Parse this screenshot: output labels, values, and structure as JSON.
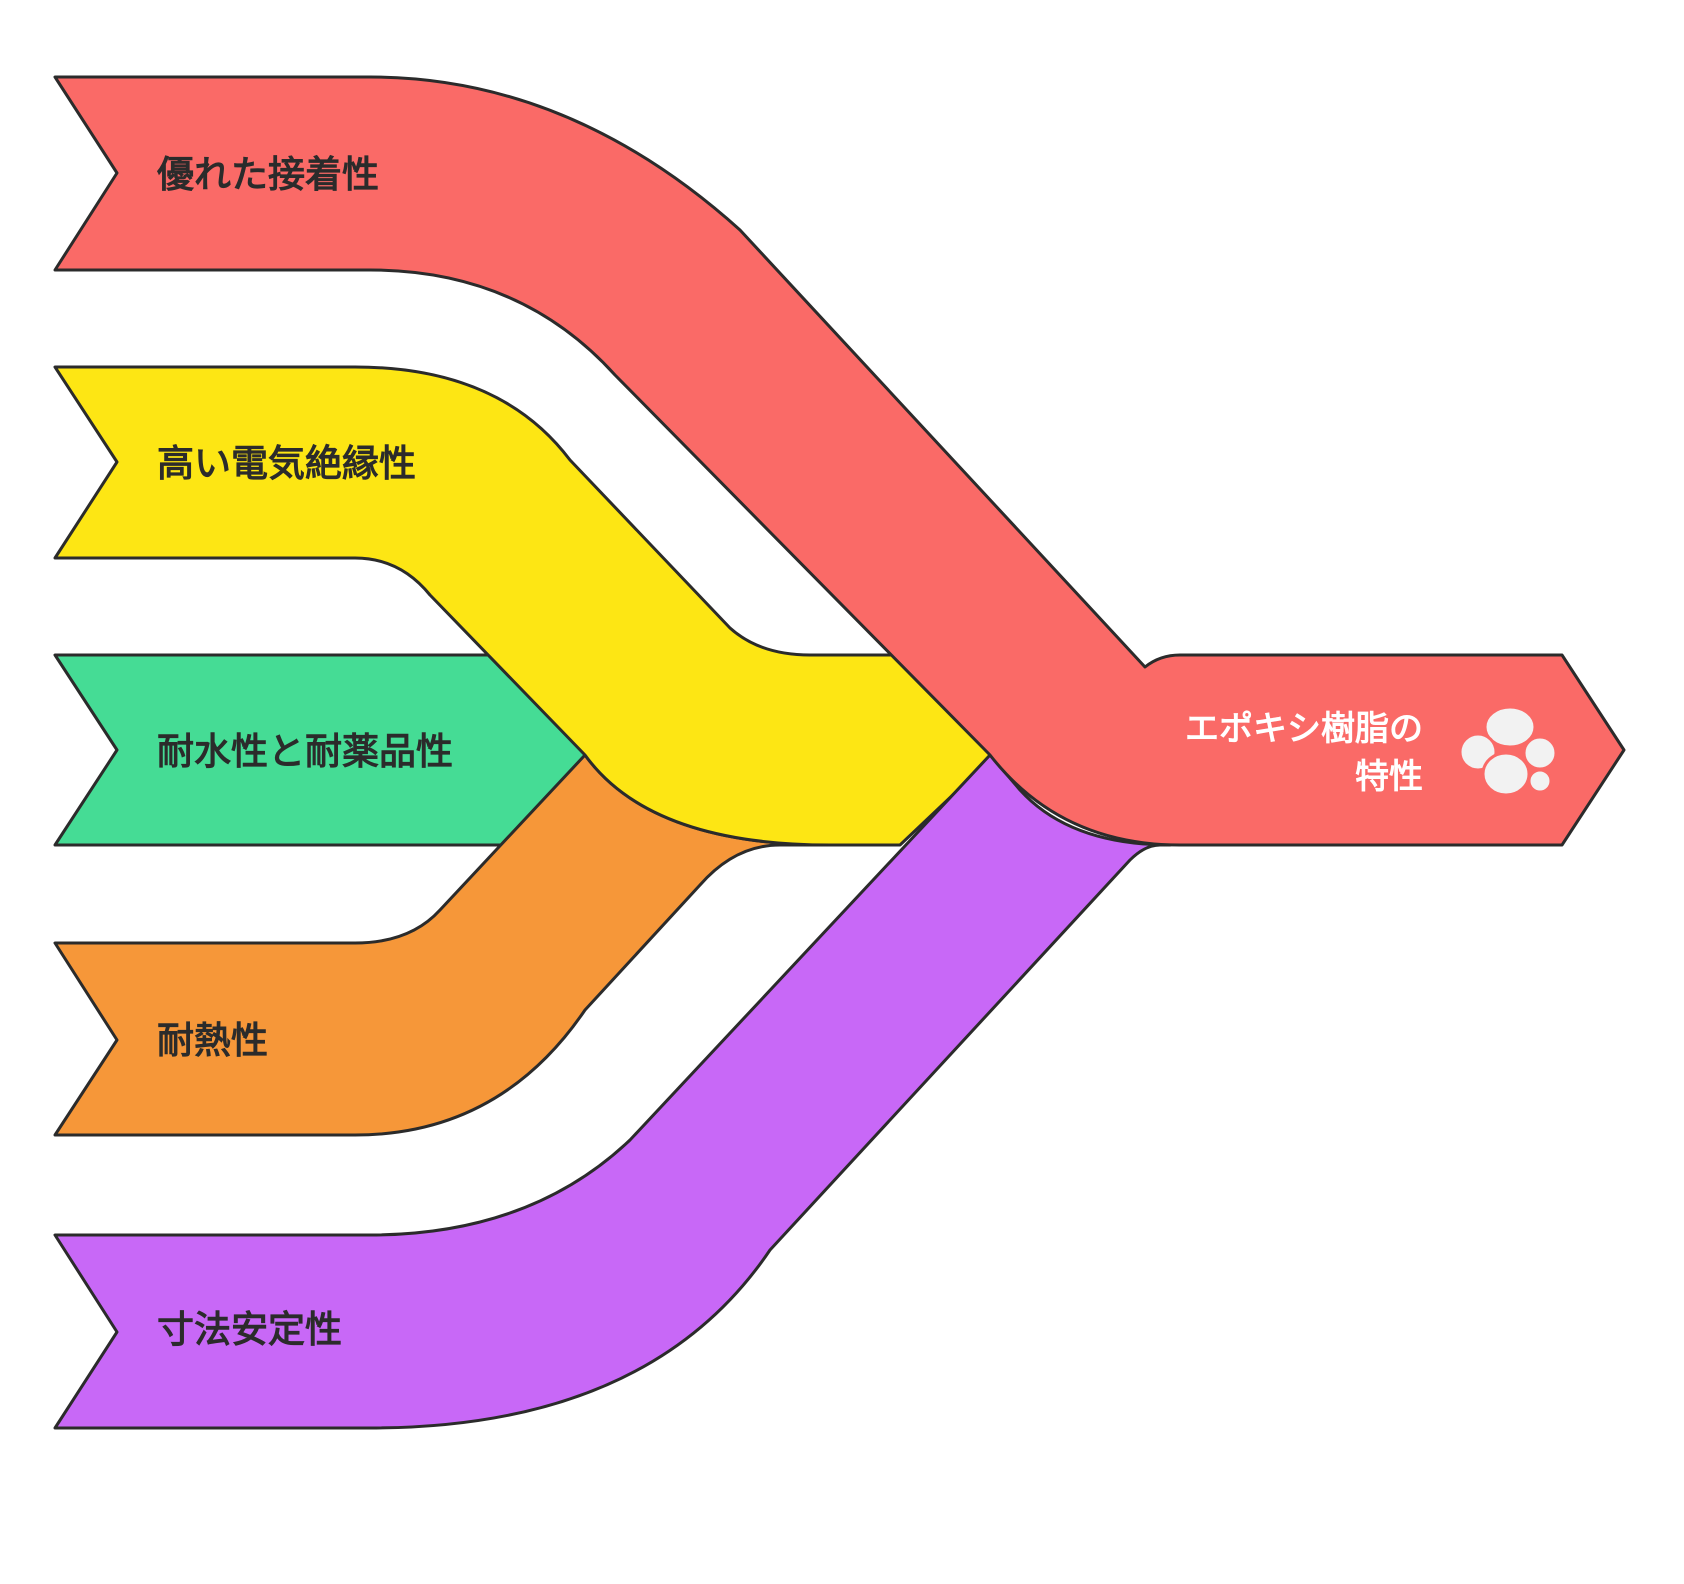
{
  "diagram": {
    "target": {
      "label_line1": "エポキシ樹脂の",
      "label_line2": "特性",
      "icon": "pebbles-icon",
      "color": "#fa6a67"
    },
    "sources": [
      {
        "label": "優れた接着性",
        "color": "#fa6a67"
      },
      {
        "label": "高い電気絶縁性",
        "color": "#fde614"
      },
      {
        "label": "耐水性と耐薬品性",
        "color": "#45dc95"
      },
      {
        "label": "耐熱性",
        "color": "#f69739"
      },
      {
        "label": "寸法安定性",
        "color": "#c868f7"
      }
    ],
    "stroke_color": "#2b2b2b",
    "icon_color": "#f2f2f2"
  }
}
